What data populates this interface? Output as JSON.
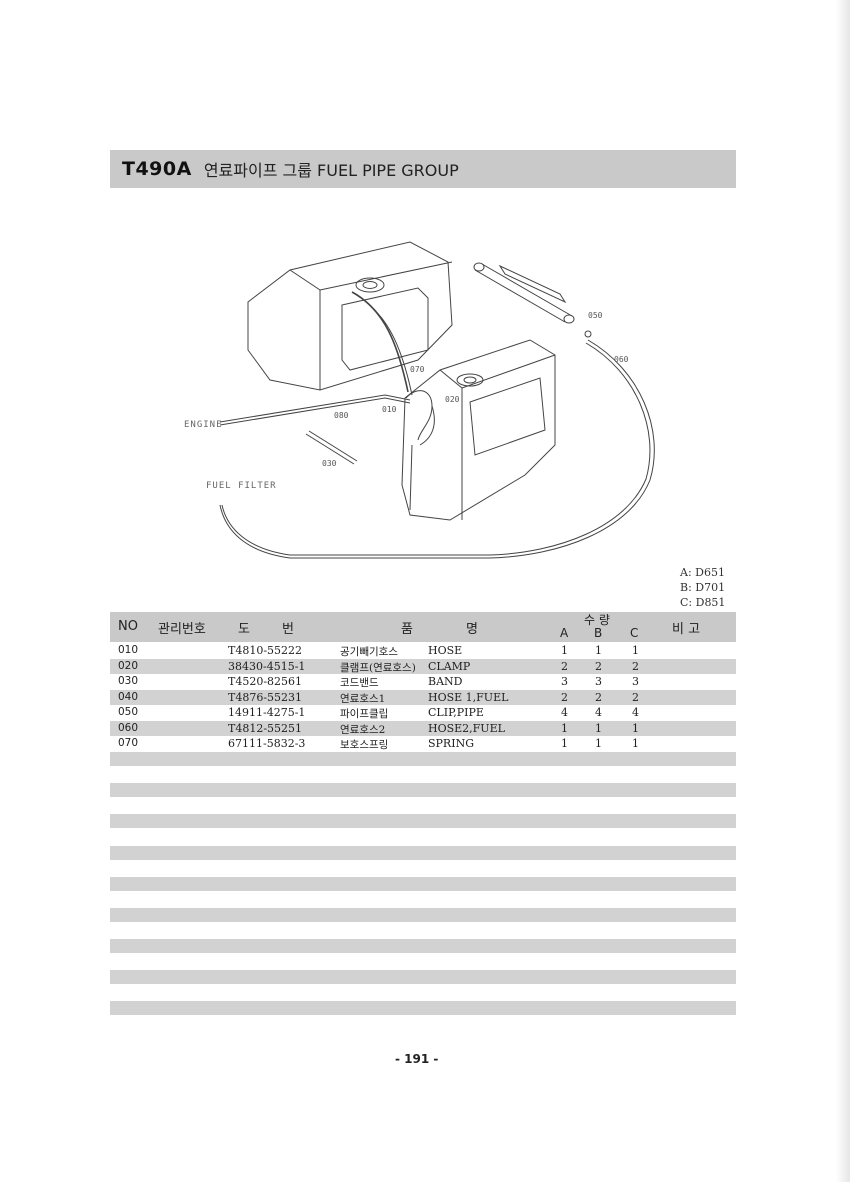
{
  "header": {
    "code": "T490A",
    "title": "연료파이프 그룹  FUEL PIPE GROUP"
  },
  "diagram": {
    "labels": {
      "engine": "ENGINE",
      "fuel_filter": "FUEL FILTER",
      "p010": "010",
      "p020": "020",
      "p030": "030",
      "p050": "050",
      "p060": "060",
      "p070": "070",
      "p080": "080"
    }
  },
  "models": [
    "A: D651",
    "B: D701",
    "C: D851"
  ],
  "table": {
    "headers": {
      "no": "NO",
      "mgmt": "관리번호",
      "drawing_1": "도",
      "drawing_2": "번",
      "name_1": "품",
      "name_2": "명",
      "qty": "수 량",
      "a": "A",
      "b": "B",
      "c": "C",
      "remark": "비 고"
    },
    "rows": [
      {
        "no": "010",
        "part": "T4810-55222",
        "kr": "공기빼기호스",
        "en": "HOSE",
        "a": "1",
        "b": "1",
        "c": "1"
      },
      {
        "no": "020",
        "part": "38430-4515-1",
        "kr": "클램프(연료호스)",
        "en": "CLAMP",
        "a": "2",
        "b": "2",
        "c": "2"
      },
      {
        "no": "030",
        "part": "T4520-82561",
        "kr": "코드밴드",
        "en": "BAND",
        "a": "3",
        "b": "3",
        "c": "3"
      },
      {
        "no": "040",
        "part": "T4876-55231",
        "kr": "연료호스1",
        "en": "HOSE 1,FUEL",
        "a": "2",
        "b": "2",
        "c": "2"
      },
      {
        "no": "050",
        "part": "14911-4275-1",
        "kr": "파이프클립",
        "en": "CLIP,PIPE",
        "a": "4",
        "b": "4",
        "c": "4"
      },
      {
        "no": "060",
        "part": "T4812-55251",
        "kr": "연료호스2",
        "en": "HOSE2,FUEL",
        "a": "1",
        "b": "1",
        "c": "1"
      },
      {
        "no": "070",
        "part": "67111-5832-3",
        "kr": "보호스프링",
        "en": "SPRING",
        "a": "1",
        "b": "1",
        "c": "1"
      }
    ]
  },
  "footer": {
    "page": "- 191 -"
  }
}
